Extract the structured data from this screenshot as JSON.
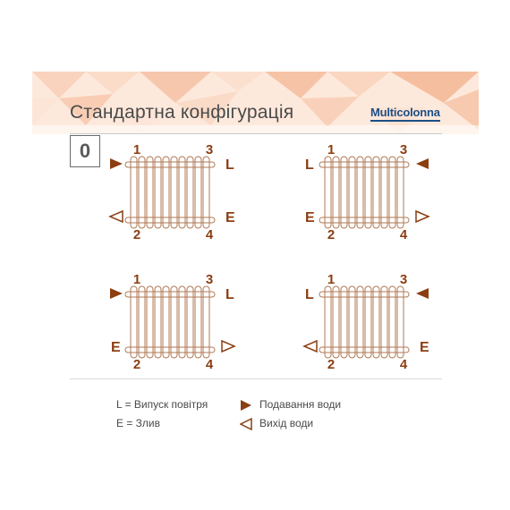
{
  "header": {
    "title": "Стандартна конфігурація",
    "logo_text": "Multicolonna",
    "config_number": "0"
  },
  "colors": {
    "brown": "#8b3e12",
    "radiator_stroke": "#b07a56",
    "text_gray": "#4a4a4a",
    "logo_blue": "#1d4f86"
  },
  "diagrams": [
    {
      "port_top_left": "1",
      "port_top_right": "3",
      "port_bottom_left": "2",
      "port_bottom_right": "4",
      "letter_top": "L",
      "letter_bottom": "E",
      "top_arrow": "inflow-right",
      "bottom_arrow": "outflow-left"
    },
    {
      "port_top_left": "1",
      "port_top_right": "3",
      "port_bottom_left": "2",
      "port_bottom_right": "4",
      "letter_top": "L",
      "letter_bottom": "E",
      "top_arrow": "inflow-left",
      "bottom_arrow": "outflow-right"
    },
    {
      "port_top_left": "1",
      "port_top_right": "3",
      "port_bottom_left": "2",
      "port_bottom_right": "4",
      "letter_top": "L",
      "letter_bottom": "E",
      "top_arrow": "inflow-right",
      "bottom_arrow": "outflow-right"
    },
    {
      "port_top_left": "1",
      "port_top_right": "3",
      "port_bottom_left": "2",
      "port_bottom_right": "4",
      "letter_top": "L",
      "letter_bottom": "E",
      "top_arrow": "inflow-left",
      "bottom_arrow": "outflow-left"
    }
  ],
  "legend": {
    "air_release": "L = Випуск повітря",
    "drain": "E = Злив",
    "water_supply": "Подавання води",
    "water_outlet": "Вихід води",
    "water_supply_icon": "filled-triangle-right-icon",
    "water_outlet_icon": "outline-triangle-left-icon"
  }
}
